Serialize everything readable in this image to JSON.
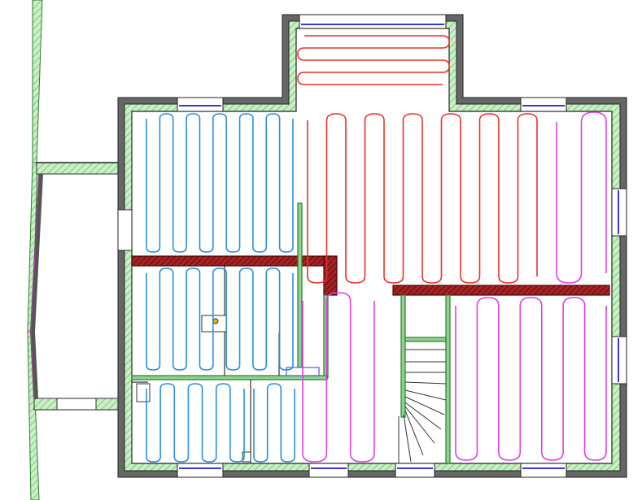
{
  "view": {
    "type": "floor-heating-plan",
    "text_labels": []
  },
  "colors": {
    "background": "#ffffff",
    "wall_outer": "#555555",
    "wall_line": "#222222",
    "insulation": "#8fd18f",
    "hatch_red": "#8b1a1a",
    "circuit_blue": "#2a8fe0",
    "circuit_red": "#e8322a",
    "circuit_magenta": "#e040e0",
    "window": "#3a3ad0",
    "stair_line": "#333333"
  },
  "heating_circuits": [
    {
      "name": "",
      "color_key": "circuit_blue"
    },
    {
      "name": "",
      "color_key": "circuit_red"
    },
    {
      "name": "",
      "color_key": "circuit_magenta"
    }
  ]
}
